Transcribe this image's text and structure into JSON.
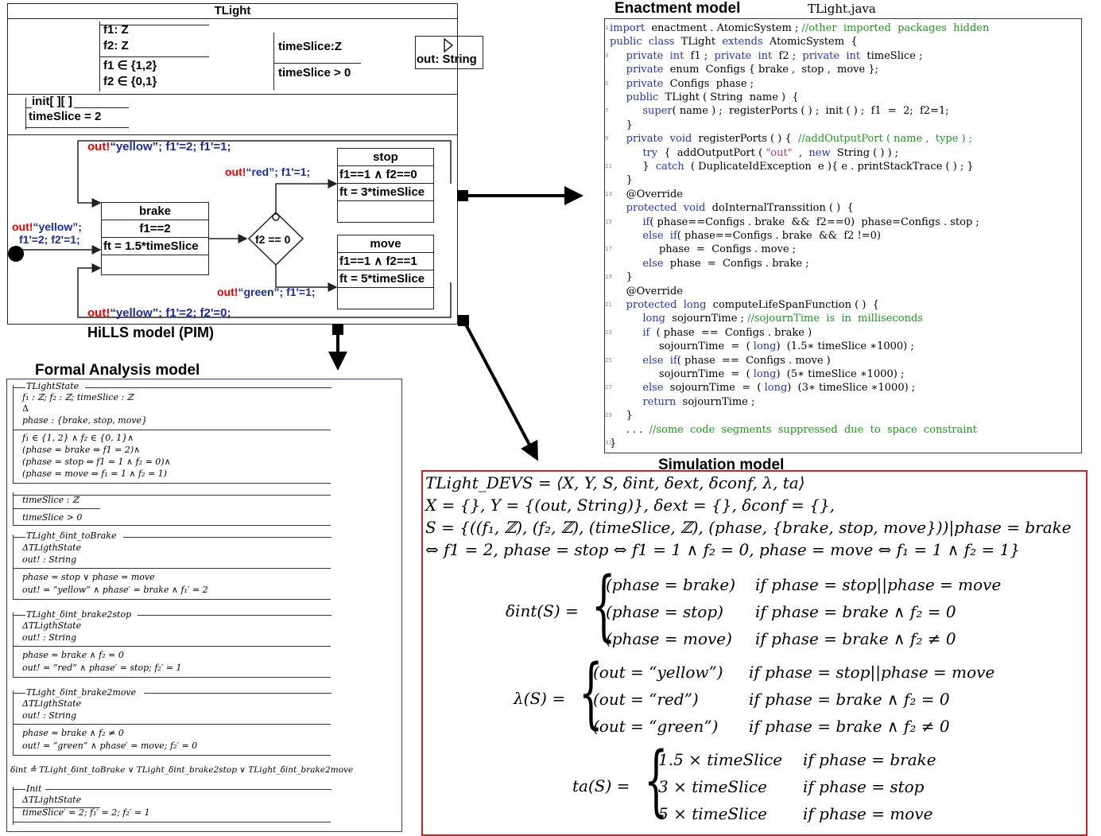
{
  "hills": {
    "class_name": "TLight",
    "vars": {
      "f1": "f1: Z",
      "f2": "f2: Z",
      "inv1": "f1 ∈ {1,2}",
      "inv2": "f2 ∈ {0,1}",
      "ts_decl": "timeSlice:Z",
      "ts_inv": "timeSlice > 0",
      "port": "out: String"
    },
    "init": {
      "label": "init[ ][ ]",
      "body": "timeSlice = 2"
    },
    "states": {
      "brake": {
        "name": "brake",
        "cond": "f1==2",
        "ft": "ft = 1.5*timeSlice"
      },
      "stop": {
        "name": "stop",
        "cond": "f1==1 ∧ f2==0",
        "ft": "ft = 3*timeSlice"
      },
      "move": {
        "name": "move",
        "cond": "f1==1 ∧ f2==1",
        "ft": "ft = 5*timeSlice"
      }
    },
    "decision": "f2 == 0",
    "transitions": {
      "top_out": "out!",
      "top_rest": "“yellow”; f1'=2; f1'=1;",
      "red_out": "out!",
      "red_rest": "“red”; f1'=1;",
      "left_out": "out!",
      "left_rest": "“yellow”;",
      "left_rest2": "f1'=2; f2'=1;",
      "green_out": "out!",
      "green_rest": "“green”; f1'=1;",
      "bottom_out": "out!",
      "bottom_rest": "“yellow”; f1'=2; f2'=0;"
    },
    "caption": "HiLLS model (PIM)"
  },
  "enactment": {
    "title": "Enactment model",
    "file": "TLight.java",
    "lines": [
      {
        "n": "1",
        "parts": [
          [
            "kw",
            "import"
          ],
          [
            "",
            "  enactment . AtomicSystem ; "
          ],
          [
            "cm",
            "//other  imported  packages  hidden"
          ]
        ]
      },
      {
        "n": "",
        "parts": [
          [
            "kw",
            "public  class"
          ],
          [
            "",
            "  TLight  "
          ],
          [
            "kw",
            "extends"
          ],
          [
            "",
            "  AtomicSystem  {"
          ]
        ]
      },
      {
        "n": "3",
        "parts": [
          [
            "",
            "     "
          ],
          [
            "kw",
            "private  int"
          ],
          [
            "",
            "  f1 ;  "
          ],
          [
            "kw",
            "private  int"
          ],
          [
            "",
            "  f2 ;  "
          ],
          [
            "kw",
            "private  int"
          ],
          [
            "",
            "  timeSlice ;"
          ]
        ]
      },
      {
        "n": "",
        "parts": [
          [
            "",
            "     "
          ],
          [
            "kw",
            "private"
          ],
          [
            "",
            "  enum  Configs { brake ,  stop ,  move };"
          ]
        ]
      },
      {
        "n": "5",
        "parts": [
          [
            "",
            "     "
          ],
          [
            "kw",
            "private"
          ],
          [
            "",
            "  Configs  phase ;"
          ]
        ]
      },
      {
        "n": "",
        "parts": [
          [
            "",
            "     "
          ],
          [
            "kw",
            "public"
          ],
          [
            "",
            "  TLight ( String  name )  {"
          ]
        ]
      },
      {
        "n": "7",
        "parts": [
          [
            "",
            "          "
          ],
          [
            "kw",
            "super"
          ],
          [
            "",
            "( name ) ;  registerPorts ( ) ;  init ( ) ;  f1  =  2;  f2=1;"
          ]
        ]
      },
      {
        "n": "",
        "parts": [
          [
            "",
            "     }"
          ]
        ]
      },
      {
        "n": "9",
        "parts": [
          [
            "",
            "     "
          ],
          [
            "kw",
            "private  void"
          ],
          [
            "",
            "  registerPorts ( ) {  "
          ],
          [
            "cm",
            "//addOutputPort ( name ,  type ) ;"
          ]
        ]
      },
      {
        "n": "",
        "parts": [
          [
            "",
            "          "
          ],
          [
            "kw",
            "try"
          ],
          [
            "",
            "  {  addOutputPort ( "
          ],
          [
            "str",
            "\"out\""
          ],
          [
            "",
            "  ,  "
          ],
          [
            "kw",
            "new"
          ],
          [
            "",
            "  String ( ) ) ;"
          ]
        ]
      },
      {
        "n": "11",
        "parts": [
          [
            "",
            "          }  "
          ],
          [
            "kw",
            "catch"
          ],
          [
            "",
            "  ( DuplicateIdException  e ){ e . printStackTrace ( ) ; }"
          ]
        ]
      },
      {
        "n": "",
        "parts": [
          [
            "",
            "     }"
          ]
        ]
      },
      {
        "n": "13",
        "parts": [
          [
            "",
            "     @Override"
          ]
        ]
      },
      {
        "n": "",
        "parts": [
          [
            "",
            "     "
          ],
          [
            "kw",
            "protected  void"
          ],
          [
            "",
            "  doInternalTranssition ( )  {"
          ]
        ]
      },
      {
        "n": "15",
        "parts": [
          [
            "",
            "          "
          ],
          [
            "kw",
            "if"
          ],
          [
            "",
            "( phase==Configs . brake  &&  f2==0)  phase=Configs . stop ;"
          ]
        ]
      },
      {
        "n": "",
        "parts": [
          [
            "",
            "          "
          ],
          [
            "kw",
            "else  if"
          ],
          [
            "",
            "( phase==Configs . brake  &&  f2 !=0)"
          ]
        ]
      },
      {
        "n": "17",
        "parts": [
          [
            "",
            "               phase  =  Configs . move ;"
          ]
        ]
      },
      {
        "n": "",
        "parts": [
          [
            "",
            "          "
          ],
          [
            "kw",
            "else"
          ],
          [
            "",
            "  phase  =  Configs . brake ;"
          ]
        ]
      },
      {
        "n": "19",
        "parts": [
          [
            "",
            "     }"
          ]
        ]
      },
      {
        "n": "",
        "parts": [
          [
            "",
            "     @Override"
          ]
        ]
      },
      {
        "n": "21",
        "parts": [
          [
            "",
            "     "
          ],
          [
            "kw",
            "protected  long"
          ],
          [
            "",
            "  computeLifeSpanFunction ( )  {"
          ]
        ]
      },
      {
        "n": "",
        "parts": [
          [
            "",
            "          "
          ],
          [
            "kw",
            "long"
          ],
          [
            "",
            "  sojournTime ; "
          ],
          [
            "cm",
            "//sojournTime  is  in  milliseconds"
          ]
        ]
      },
      {
        "n": "23",
        "parts": [
          [
            "",
            "          "
          ],
          [
            "kw",
            "if"
          ],
          [
            "",
            "  ( phase  ==  Configs . brake )"
          ]
        ]
      },
      {
        "n": "",
        "parts": [
          [
            "",
            "               sojournTime  =  ( "
          ],
          [
            "kw",
            "long"
          ],
          [
            "",
            ")  (1.5∗ timeSlice ∗1000) ;"
          ]
        ]
      },
      {
        "n": "25",
        "parts": [
          [
            "",
            "          "
          ],
          [
            "kw",
            "else  if"
          ],
          [
            "",
            "( phase  ==  Configs . move )"
          ]
        ]
      },
      {
        "n": "",
        "parts": [
          [
            "",
            "               sojournTime  =  ( "
          ],
          [
            "kw",
            "long"
          ],
          [
            "",
            ")  (5∗ timeSlice ∗1000) ;"
          ]
        ]
      },
      {
        "n": "27",
        "parts": [
          [
            "",
            "          "
          ],
          [
            "kw",
            "else"
          ],
          [
            "",
            "  sojournTime  =  ( "
          ],
          [
            "kw",
            "long"
          ],
          [
            "",
            ")  (3∗ timeSlice ∗1000) ;"
          ]
        ]
      },
      {
        "n": "",
        "parts": [
          [
            "",
            "          "
          ],
          [
            "kw",
            "return"
          ],
          [
            "",
            "  sojournTime ;"
          ]
        ]
      },
      {
        "n": "29",
        "parts": [
          [
            "",
            "     }"
          ]
        ]
      },
      {
        "n": "",
        "parts": [
          [
            "",
            "     . . .  "
          ],
          [
            "cm",
            "//some  code  segments  suppressed  due  to  space  constraint"
          ]
        ]
      },
      {
        "n": "31",
        "parts": [
          [
            "",
            "}"
          ]
        ]
      }
    ]
  },
  "formal": {
    "title": "Formal Analysis model",
    "s1_name": "TLightState",
    "s1_l1": "f₁ : ℤ;  f₂ : ℤ;  timeSlice : ℤ",
    "s1_l2": "Δ",
    "s1_l3": "phase : {brake, stop, move}",
    "s1_l4": "f₁ ∈ {1, 2} ∧ f₂ ∈ {0, 1}∧",
    "s1_l5": "(phase = brake ⇔ f1 = 2)∧",
    "s1_l6": "(phase = stop ⇔ f1 = 1 ∧ f₂ = 0)∧",
    "s1_l7": "(phase = move ⇔ f₁ = 1 ∧ f₂ = 1)",
    "s2_l1": "timeSlice : ℤ",
    "s2_l2": "timeSlice > 0",
    "s3_name": "TLight_δint_toBrake",
    "s3_l1": "ΔTLigthState",
    "s3_l2": "out! : String",
    "s3_l3": "phase = stop ∨ phase = move",
    "s3_l4": "out! = “yellow” ∧ phase′ = brake ∧ f₁′ = 2",
    "s4_name": "TLight_δint_brake2stop",
    "s4_l1": "ΔTLigthState",
    "s4_l2": "out! : String",
    "s4_l3": "phase = brake ∧ f₂ = 0",
    "s4_l4": "out! = “red” ∧ phase′ = stop;  f₂′ = 1",
    "s5_name": "TLight_δint_brake2move",
    "s5_l1": "ΔTLigthState",
    "s5_l2": "out! : String",
    "s5_l3": "phase = brake ∧ f₂ ≠ 0",
    "s5_l4": "out! = “green” ∧ phase′ = move;  f₂′ = 0",
    "delta": "δint ≙ TLight_δint_toBrake ∨ TLight_δint_brake2stop ∨ TLight_δint_brake2move",
    "s6_name": "Init",
    "s6_l1": "ΔTLightState",
    "s6_l2": "timeSlice′ = 2;  f₁′ = 2;  f₂′ = 1"
  },
  "simulation": {
    "title": "Simulation model",
    "l1": "TLight_DEVS = ⟨X, Y, S, δint, δext, δconf, λ, ta⟩",
    "l2": "X = {}, Y = {(out, String)}, δext = {}, δconf = {},",
    "l3": "S = {((f₁, ℤ), (f₂, ℤ), (timeSlice, ℤ), (phase, {brake, stop, move}))|phase = brake",
    "l4": "⇔ f1 = 2, phase = stop ⇔ f1 = 1 ∧ f₂ = 0, phase = move ⇔ f₁ = 1 ∧ f₂ = 1}",
    "dint_lhs": "δint(S) =",
    "dint_r1a": "(phase = brake)",
    "dint_r1b": "if phase = stop||phase = move",
    "dint_r2a": "(phase = stop)",
    "dint_r2b": "if phase = brake ∧ f₂ = 0",
    "dint_r3a": "(phase = move)",
    "dint_r3b": "if phase = brake ∧ f₂ ≠ 0",
    "lam_lhs": "λ(S) =",
    "lam_r1a": "(out = “yellow”)",
    "lam_r1b": "if phase = stop||phase = move",
    "lam_r2a": "(out = “red”)",
    "lam_r2b": "if phase = brake ∧ f₂ = 0",
    "lam_r3a": "(out = “green”)",
    "lam_r3b": "if phase = brake ∧ f₂ ≠ 0",
    "ta_lhs": "ta(S) =",
    "ta_r1a": "1.5 × timeSlice",
    "ta_r1b": "if phase = brake",
    "ta_r2a": "3 × timeSlice",
    "ta_r2b": "if phase = stop",
    "ta_r3a": "5 × timeSlice",
    "ta_r3b": "if phase = move"
  }
}
